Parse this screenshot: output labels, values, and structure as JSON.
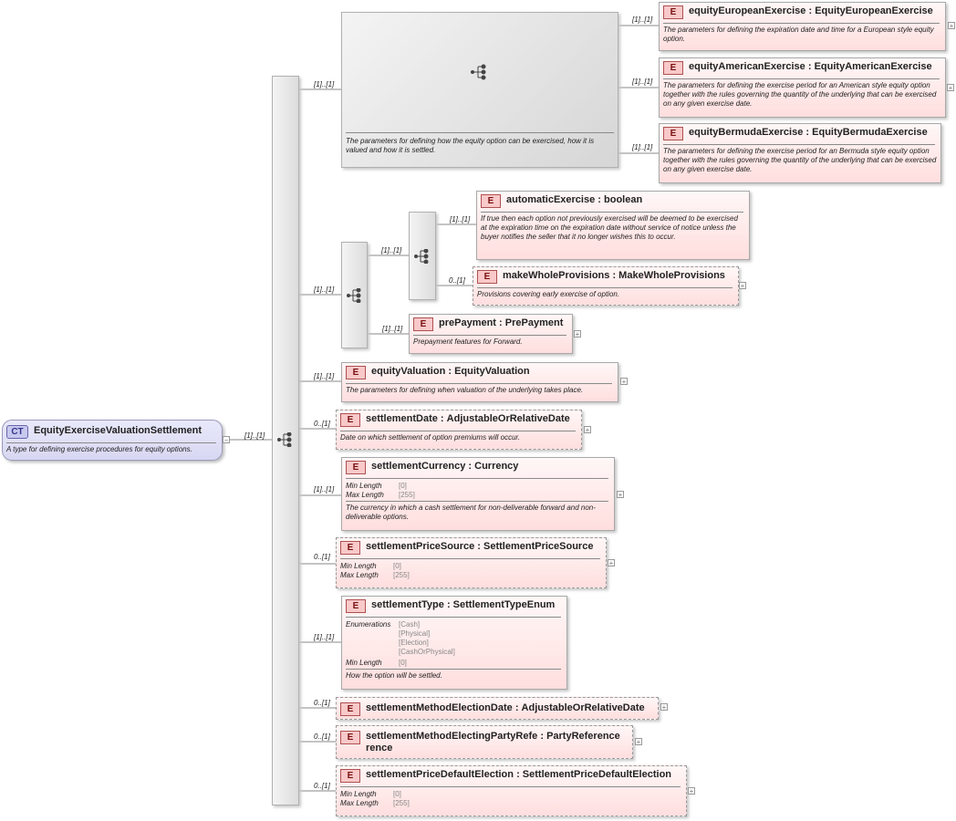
{
  "root": {
    "badge": "CT",
    "name": "EquityExerciseValuationSettlement",
    "doc": "A type for defining exercise procedures for equity options.",
    "card": "[1]..[1]"
  },
  "choice_group": {
    "doc": "The parameters for defining how the equity option can be exercised, how it is valued and how it is settled.",
    "card": "[1]..[1]"
  },
  "elements": {
    "european": {
      "badge": "E",
      "name": "equityEuropeanExercise",
      "type": "EquityEuropeanExercise",
      "card": "[1]..[1]",
      "doc": "The parameters for defining the expiration date and time for a European style equity option."
    },
    "american": {
      "badge": "E",
      "name": "equityAmericanExercise",
      "type": "EquityAmericanExercise",
      "card": "[1]..[1]",
      "doc": "The parameters for defining the exercise period for an American style equity option together with the rules governing the quantity of the underlying that can be exercised on any given exercise date."
    },
    "bermuda": {
      "badge": "E",
      "name": "equityBermudaExercise",
      "type": "EquityBermudaExercise",
      "card": "[1]..[1]",
      "doc": "The parameters for defining the exercise period for an Bermuda style equity option together with the rules governing the quantity of the underlying that can be exercised on any given exercise date."
    },
    "automatic": {
      "badge": "E",
      "name": "automaticExercise",
      "type": "boolean",
      "card": "[1]..[1]",
      "doc": "If true then each option not previously exercised will be deemed to be exercised at the expiration time on the expiration date without service of notice unless the buyer notifies the seller that it no longer wishes this to occur."
    },
    "makewhole": {
      "badge": "E",
      "name": "makeWholeProvisions",
      "type": "MakeWholeProvisions",
      "card": "0..[1]",
      "doc": "Provisions covering early exercise of option."
    },
    "prepayment": {
      "badge": "E",
      "name": "prePayment",
      "type": "PrePayment",
      "card": "[1]..[1]",
      "doc": "Prepayment features for Forward."
    },
    "valuation": {
      "badge": "E",
      "name": "equityValuation",
      "type": "EquityValuation",
      "card": "[1]..[1]",
      "doc": "The parameters for defining when valuation of the underlying takes place."
    },
    "settlementDate": {
      "badge": "E",
      "name": "settlementDate",
      "type": "AdjustableOrRelativeDate",
      "card": "0..[1]",
      "doc": "Date on which settlement of option premiums will occur."
    },
    "currency": {
      "badge": "E",
      "name": "settlementCurrency",
      "type": "Currency",
      "card": "[1]..[1]",
      "minlen_label": "Min Length",
      "minlen": "[0]",
      "maxlen_label": "Max Length",
      "maxlen": "[255]",
      "doc": "The currency in which a cash settlement for non-deliverable forward and non-deliverable options."
    },
    "priceSource": {
      "badge": "E",
      "name": "settlementPriceSource",
      "type": "SettlementPriceSource",
      "card": "0..[1]",
      "minlen_label": "Min Length",
      "minlen": "[0]",
      "maxlen_label": "Max Length",
      "maxlen": "[255]"
    },
    "settlementType": {
      "badge": "E",
      "name": "settlementType",
      "type": "SettlementTypeEnum",
      "card": "[1]..[1]",
      "enum_label": "Enumerations",
      "enums": [
        "[Cash]",
        "[Physical]",
        "[Election]",
        "[CashOrPhysical]"
      ],
      "minlen_label": "Min Length",
      "minlen": "[0]",
      "doc": "How the option will be settled."
    },
    "methodElectionDate": {
      "badge": "E",
      "name": "settlementMethodElectionDate",
      "type": "AdjustableOrRelativeDate",
      "card": "0..[1]"
    },
    "electingParty": {
      "badge": "E",
      "name": "settlementMethodElectingPartyRefe",
      "name2": "rence",
      "type": "PartyReference",
      "card": "0..[1]"
    },
    "defaultElection": {
      "badge": "E",
      "name": "settlementPriceDefaultElection",
      "type": "SettlementPriceDefaultElection",
      "card": "0..[1]",
      "minlen_label": "Min Length",
      "minlen": "[0]",
      "maxlen_label": "Max Length",
      "maxlen": "[255]"
    }
  },
  "seq_cards": {
    "outer_inner": "[1]..[1]",
    "inner": "[1]..[1]"
  },
  "colon": ":",
  "plus_sign": "+",
  "minus_sign": "−"
}
